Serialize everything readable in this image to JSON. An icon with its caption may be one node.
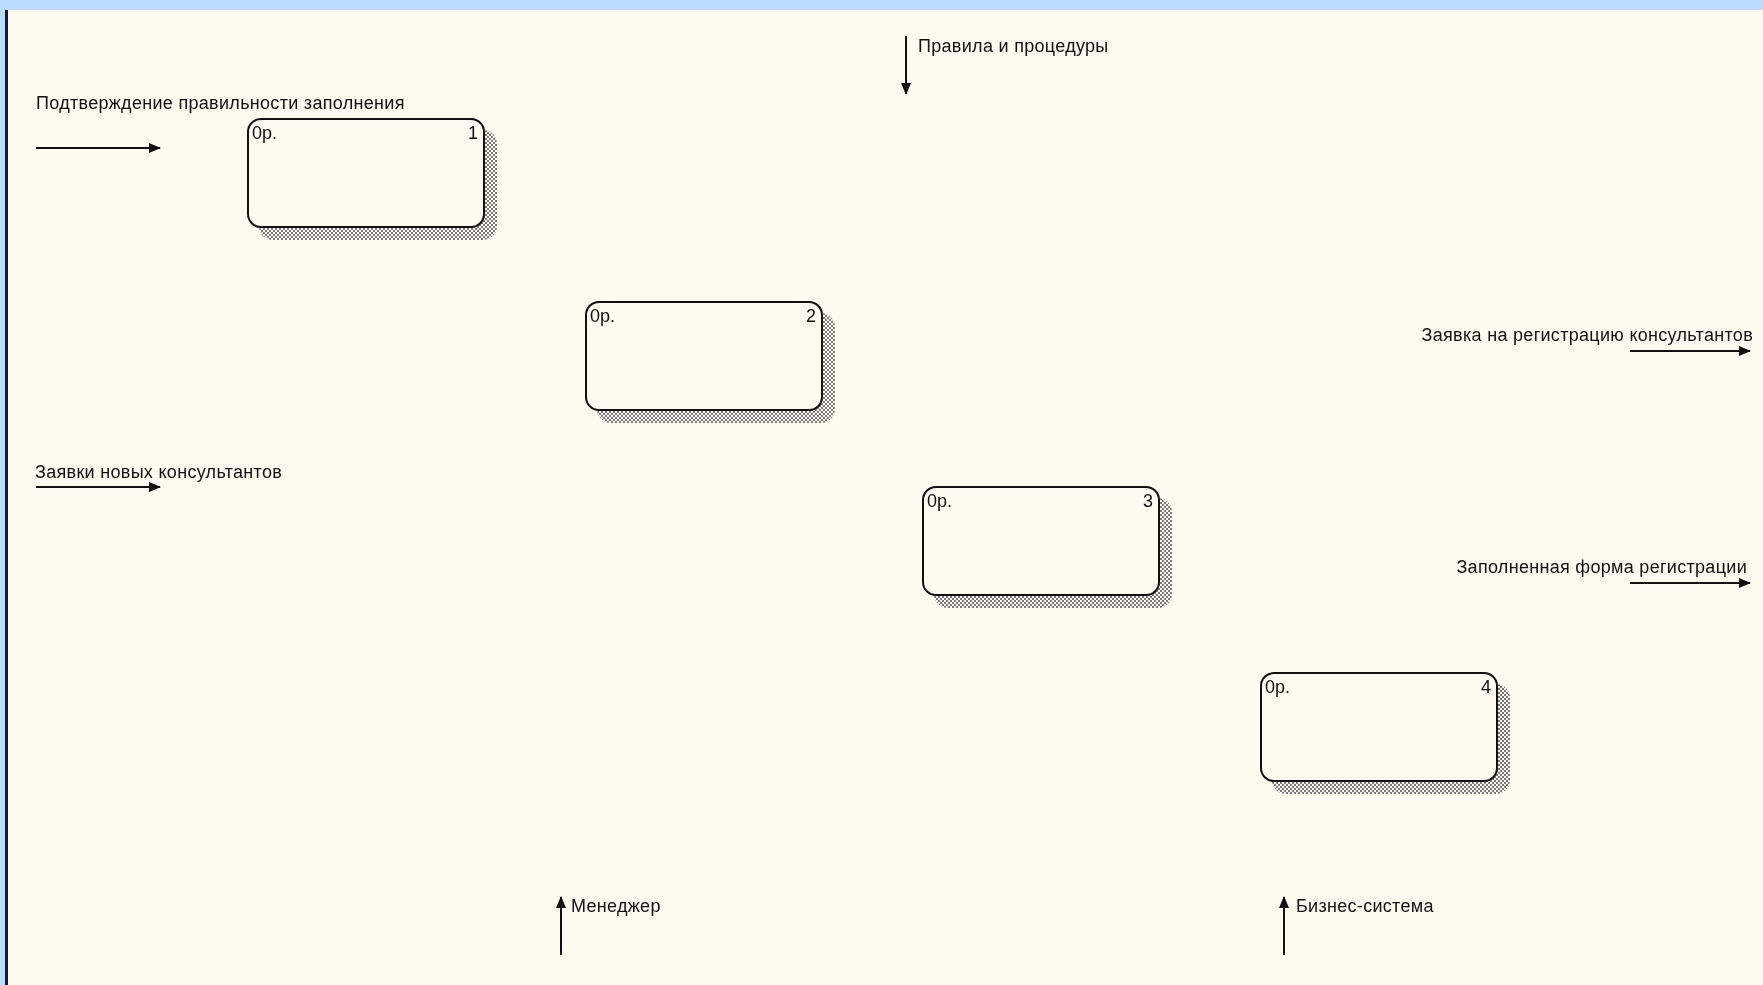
{
  "diagram": {
    "nodes": [
      {
        "text": [
          "0р.",
          "1"
        ]
      },
      {
        "text": [
          "0р.",
          "2"
        ]
      },
      {
        "text": [
          "0р.",
          "3"
        ]
      },
      {
        "text": [
          "0р.",
          "4"
        ]
      }
    ],
    "labels": [
      "Правила и процедуры",
      "Подтверждение правильности заполнения",
      "Заявка на регистрацию консультантов",
      "Заявки новых консультантов",
      "Заполненная форма регистрации",
      "Менеджер",
      "Бизнес-система"
    ]
  }
}
